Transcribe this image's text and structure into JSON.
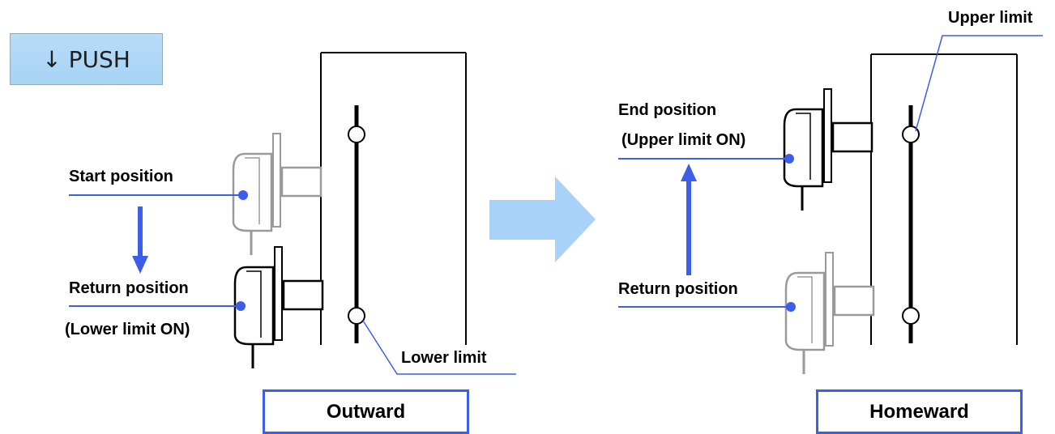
{
  "push_button": {
    "label": "↓ PUSH",
    "color": "#a9d4f5"
  },
  "outward": {
    "start_position": "Start position",
    "return_position": "Return position",
    "lower_limit_on": "(Lower limit ON)",
    "lower_limit": "Lower limit",
    "caption": "Outward"
  },
  "homeward": {
    "end_position": "End position",
    "upper_limit_on": "(Upper limit ON)",
    "return_position": "Return position",
    "upper_limit": "Upper limit",
    "caption": "Homeward"
  },
  "colors": {
    "accent": "#3c5ee8",
    "arrow": "#a8d2f8"
  }
}
